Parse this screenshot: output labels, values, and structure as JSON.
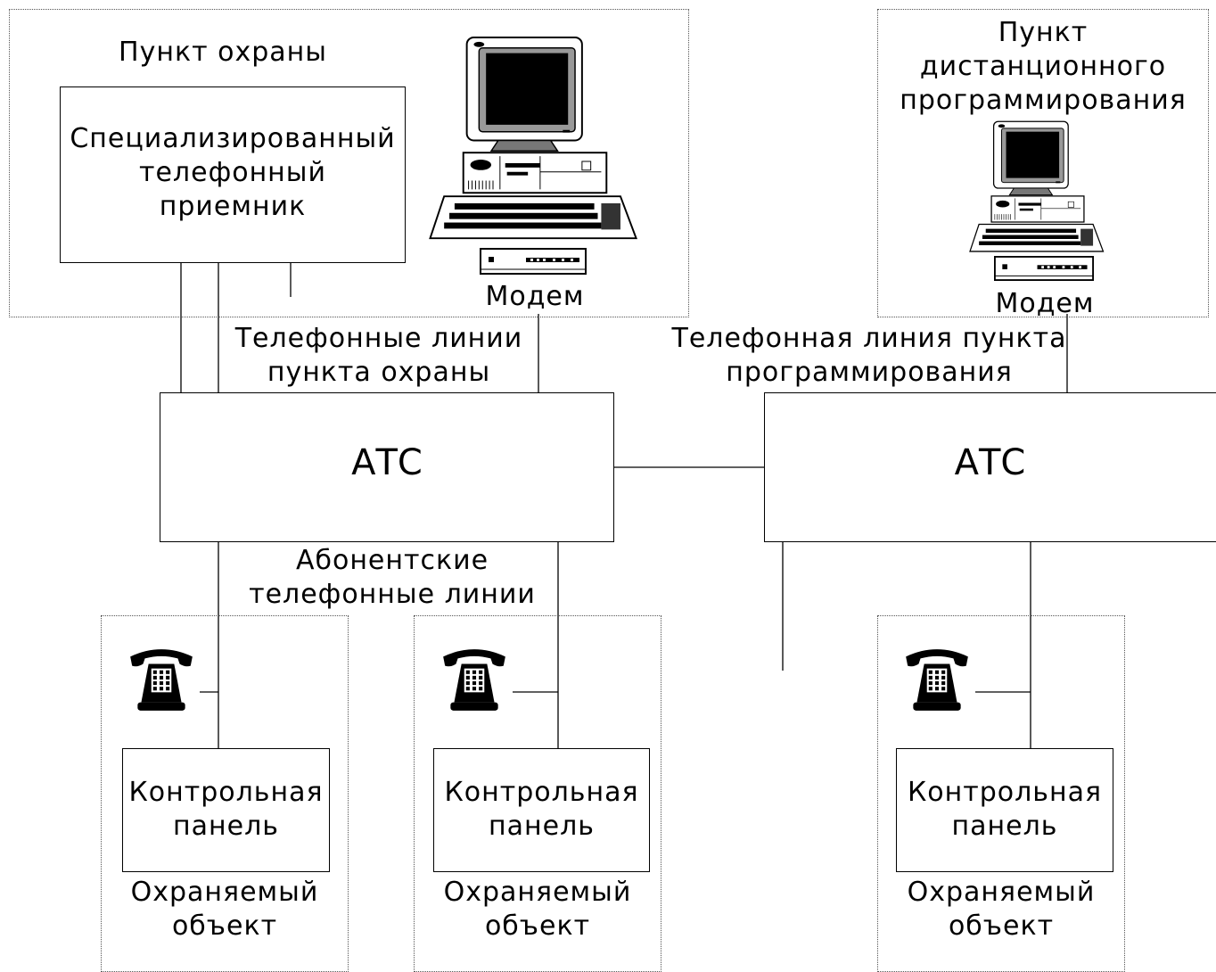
{
  "guard_post": {
    "title": "Пункт охраны",
    "receiver": [
      "Специализированный",
      "телефонный",
      "приемник"
    ],
    "modem": "Модем"
  },
  "remote_post": {
    "title": [
      "Пункт",
      "дистанционного",
      "программирования"
    ],
    "modem": "Модем"
  },
  "guard_lines_label": [
    "Телефонные линии",
    "пункта охраны"
  ],
  "prog_line_label": [
    "Телефонная линия пункта",
    "программирования"
  ],
  "subscriber_lines_label": [
    "Абонентские",
    "телефонные линии"
  ],
  "ats_left": "АТС",
  "ats_right": "АТС",
  "objects": [
    {
      "panel": [
        "Контрольная",
        "панель"
      ],
      "caption": [
        "Охраняемый",
        "объект"
      ]
    },
    {
      "panel": [
        "Контрольная",
        "панель"
      ],
      "caption": [
        "Охраняемый",
        "объект"
      ]
    },
    {
      "panel": [
        "Контрольная",
        "панель"
      ],
      "caption": [
        "Охраняемый",
        "объект"
      ]
    }
  ],
  "icons": [
    "computer-icon",
    "modem-icon",
    "telephone-icon"
  ]
}
